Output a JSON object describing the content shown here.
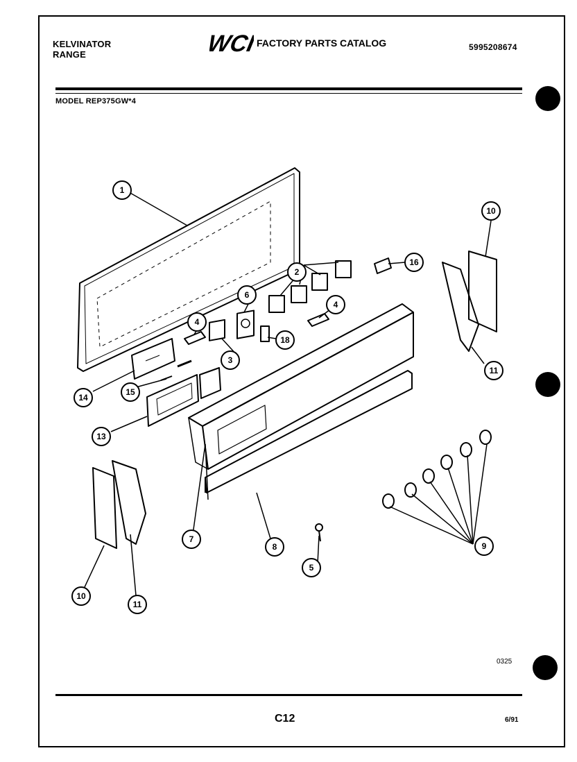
{
  "header": {
    "brand_line1": "KELVINATOR",
    "brand_line2": "RANGE",
    "logo_text": "WCI",
    "catalog_title": "FACTORY PARTS CATALOG",
    "part_number": "5995208674",
    "model": "MODEL REP375GW*4"
  },
  "diagram": {
    "callouts": [
      "1",
      "2",
      "3",
      "4",
      "4",
      "5",
      "6",
      "7",
      "8",
      "9",
      "10",
      "10",
      "11",
      "11",
      "13",
      "14",
      "15",
      "16",
      "18"
    ]
  },
  "footer": {
    "figure_code": "0325",
    "page": "C12",
    "date": "6/91"
  },
  "colors": {
    "ink": "#000000",
    "paper": "#ffffff"
  }
}
